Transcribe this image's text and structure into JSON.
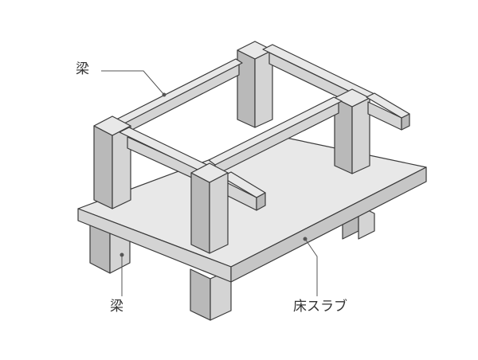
{
  "labels": {
    "beam_top": "梁",
    "beam_bottom": "梁",
    "floor_slab": "床スラブ"
  },
  "colors": {
    "outline": "#3a3a3a",
    "face_top": "#e8e8e8",
    "face_front": "#d4d4d4",
    "face_side": "#b9b9b9",
    "leader": "#555555"
  }
}
